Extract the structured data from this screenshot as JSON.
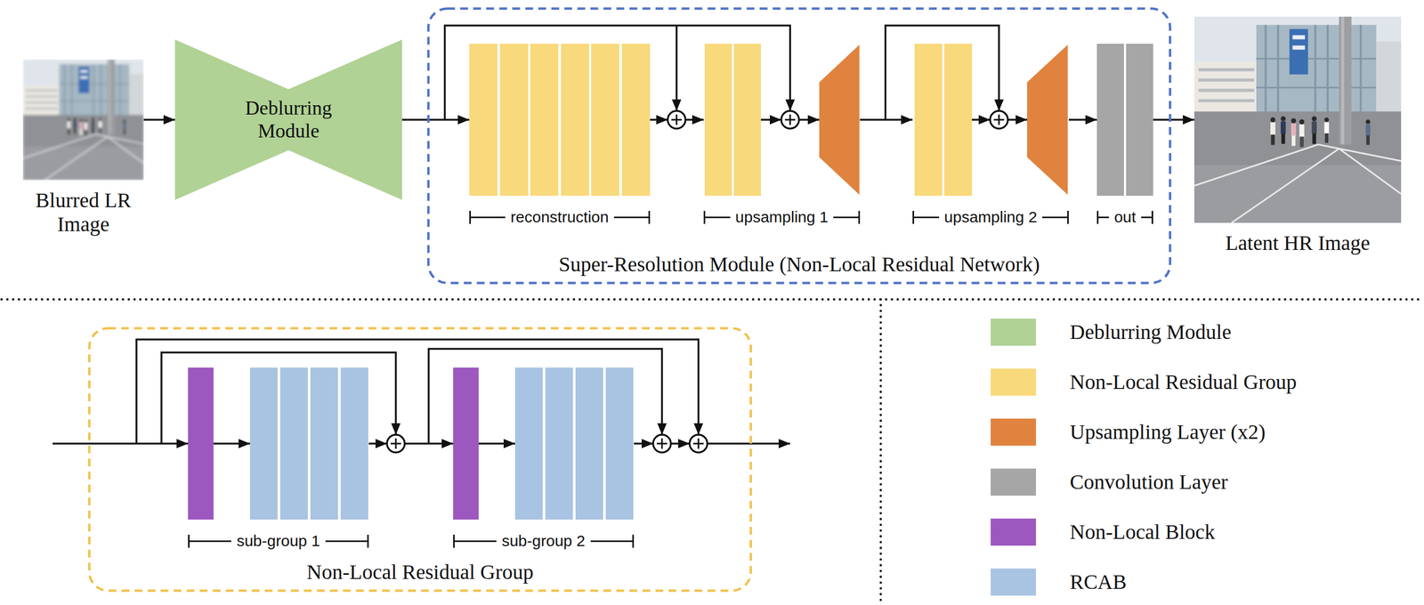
{
  "diagram": {
    "nodes": [
      {
        "text": [
          "Blurred LR Image"
        ]
      },
      {
        "text": [
          "Deblurring Module"
        ]
      },
      {
        "text": [
          "Super-Resolution Module (Non-Local Residual Network)"
        ]
      },
      {
        "text": [
          "reconstruction"
        ],
        "in": 2
      },
      {
        "text": [
          "upsampling 1"
        ],
        "in": 2
      },
      {
        "text": [
          "upsampling 2"
        ],
        "in": 2
      },
      {
        "text": [
          "out"
        ],
        "in": 2
      },
      {
        "text": [
          "Latent HR Image"
        ]
      },
      {
        "text": [
          "Non-Local Residual Group"
        ]
      },
      {
        "text": [
          "sub-group 1"
        ],
        "in": 8
      },
      {
        "text": [
          "sub-group 2"
        ],
        "in": 8
      }
    ],
    "edges": [
      {
        "from": 0,
        "to": 1,
        "arrow": "to"
      },
      {
        "from": 1,
        "to": 3,
        "arrow": "to"
      },
      {
        "from": 3,
        "to": 4,
        "arrow": "to"
      },
      {
        "from": 4,
        "to": 5,
        "arrow": "to"
      },
      {
        "from": 5,
        "to": 6,
        "arrow": "to"
      },
      {
        "from": 6,
        "to": 7,
        "arrow": "to"
      },
      {
        "from": 9,
        "to": 10,
        "arrow": "to"
      }
    ],
    "legend": [
      {
        "text": "Deblurring Module",
        "color": "#b0d295"
      },
      {
        "text": "Non-Local Residual Group",
        "color": "#f8d97b"
      },
      {
        "text": "Upsampling Layer (x2)",
        "color": "#e0833f"
      },
      {
        "text": "Convolution Layer",
        "color": "#a6a6a6"
      },
      {
        "text": "Non-Local Block",
        "color": "#9d58bf"
      },
      {
        "text": "RCAB",
        "color": "#a9c4e2"
      }
    ]
  }
}
